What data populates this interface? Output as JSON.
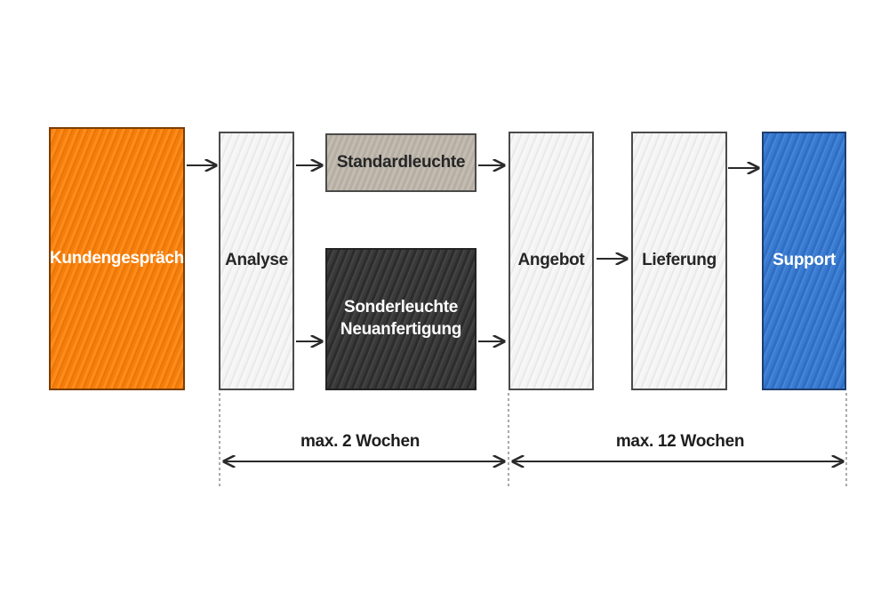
{
  "boxes": {
    "kundengespraech": "Kundengespräch",
    "analyse": "Analyse",
    "standardleuchte": "Standardleuchte",
    "sonderleuchte_line1": "Sonderleuchte",
    "sonderleuchte_line2": "Neuanfertigung",
    "angebot": "Angebot",
    "lieferung": "Lieferung",
    "support": "Support"
  },
  "durations": {
    "first": "max. 2 Wochen",
    "second": "max. 12 Wochen"
  },
  "colors": {
    "orange": "#f47d0b",
    "light": "#efefef",
    "taupe": "#bdb6ab",
    "dark": "#353535",
    "blue": "#3474c9",
    "arrow": "#2a2a2a"
  }
}
